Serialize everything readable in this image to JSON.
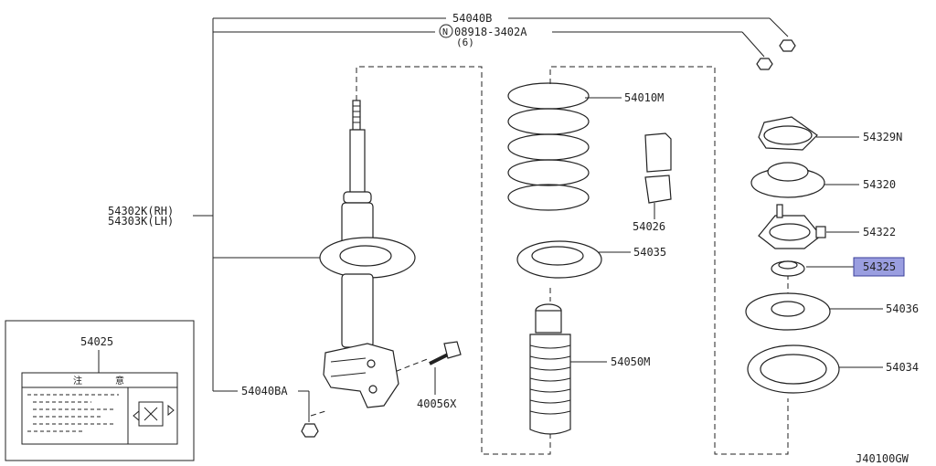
{
  "diagram": {
    "callouts": {
      "p54040B": "54040B",
      "nut_code": "08918-3402A",
      "nut_qty": "(6)",
      "nut_marker": "N",
      "strut_rh": "54302K(RH)",
      "strut_lh": "54303K(LH)",
      "p54040BA": "54040BA",
      "p40056X": "40056X",
      "p54010M": "54010M",
      "p54026": "54026",
      "p54035": "54035",
      "p54050M": "54050M",
      "p54329N": "54329N",
      "p54320": "54320",
      "p54322": "54322",
      "p54325": "54325",
      "p54036": "54036",
      "p54034": "54034"
    },
    "label_card": {
      "part_no": "54025",
      "header_left": "注",
      "header_right": "意"
    },
    "drawing_code": "J40100GW",
    "highlight_color": "#9a9ee0"
  }
}
